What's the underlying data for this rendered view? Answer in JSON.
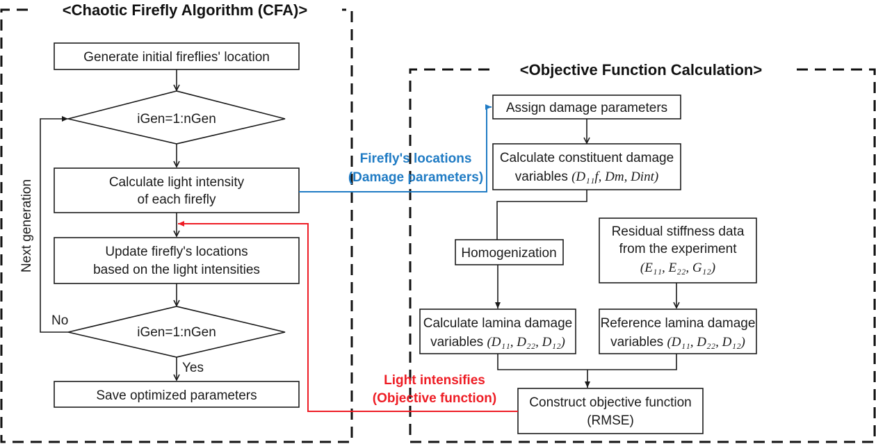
{
  "cfa": {
    "title": "<Chaotic Firefly Algorithm (CFA)>",
    "generate": "Generate initial fireflies' location",
    "loop_start": "iGen=1:nGen",
    "calc_light_1": "Calculate light intensity",
    "calc_light_2": "of each firefly",
    "update_1": "Update firefly's locations",
    "update_2": "based on the light intensities",
    "loop_check": "iGen=1:nGen",
    "no_label": "No",
    "yes_label": "Yes",
    "next_gen": "Next generation",
    "save": "Save optimized parameters"
  },
  "ofc": {
    "title": "<Objective Function Calculation>",
    "assign": "Assign damage parameters",
    "constituent_1": "Calculate constituent damage",
    "constituent_2_text": "variables ",
    "constituent_2_math": "(D₁₁f, Dm, Dint)",
    "homogenization": "Homogenization",
    "residual_1": "Residual stiffness data",
    "residual_2": "from the experiment",
    "residual_3_math": "(E₁₁, E₂₂, G₁₂)",
    "lamina_calc_1": "Calculate lamina damage",
    "lamina_calc_2_text": "variables ",
    "lamina_calc_2_math": "(D₁₁, D₂₂, D₁₂)",
    "lamina_ref_1": "Reference lamina damage",
    "lamina_ref_2_text": "variables ",
    "lamina_ref_2_math": "(D₁₁, D₂₂, D₁₂)",
    "construct_1": "Construct objective function",
    "construct_2": "(RMSE)"
  },
  "links": {
    "blue_1": "Firefly's locations",
    "blue_2": "(Damage parameters)",
    "red_1": "Light intensifies",
    "red_2": "(Objective function)",
    "blue_color": "#1f7bc4",
    "red_color": "#ee1c24"
  }
}
